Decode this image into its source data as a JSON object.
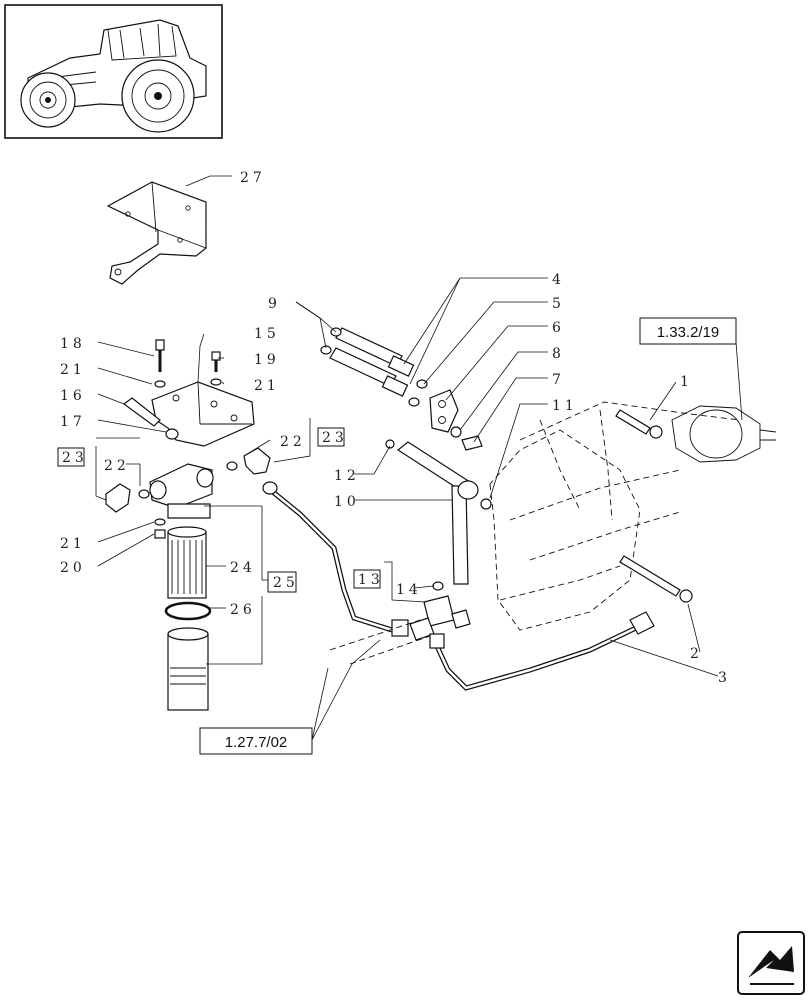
{
  "callouts": [
    "1",
    "2",
    "3",
    "4",
    "5",
    "6",
    "7",
    "8",
    "9",
    "10",
    "11",
    "12",
    "13",
    "14",
    "15",
    "16",
    "17",
    "18",
    "19",
    "20",
    "21",
    "21",
    "21",
    "22",
    "22",
    "23",
    "23",
    "24",
    "25",
    "26",
    "27"
  ],
  "references": {
    "ref_right": "1.33.2/19",
    "ref_bottom": "1.27.7/02"
  },
  "nav": {
    "icon": "arrow-return-icon"
  }
}
